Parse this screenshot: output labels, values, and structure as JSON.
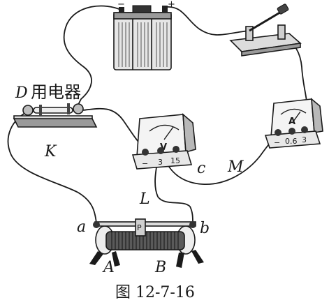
{
  "figure": {
    "caption": "图 12-7-16",
    "battery": {
      "neg_sign": "−",
      "pos_sign": "+"
    },
    "appliance": {
      "label": "用电器"
    },
    "voltmeter": {
      "symbol": "V",
      "terminals": [
        "−",
        "3",
        "15"
      ]
    },
    "ammeter": {
      "symbol": "A",
      "terminals": [
        "−",
        "0.6",
        "3"
      ]
    },
    "labels": {
      "D": "D",
      "K": "K",
      "L": "L",
      "c": "c",
      "M": "M",
      "a": "a",
      "b": "b",
      "A": "A",
      "B": "B",
      "P": "P"
    }
  }
}
